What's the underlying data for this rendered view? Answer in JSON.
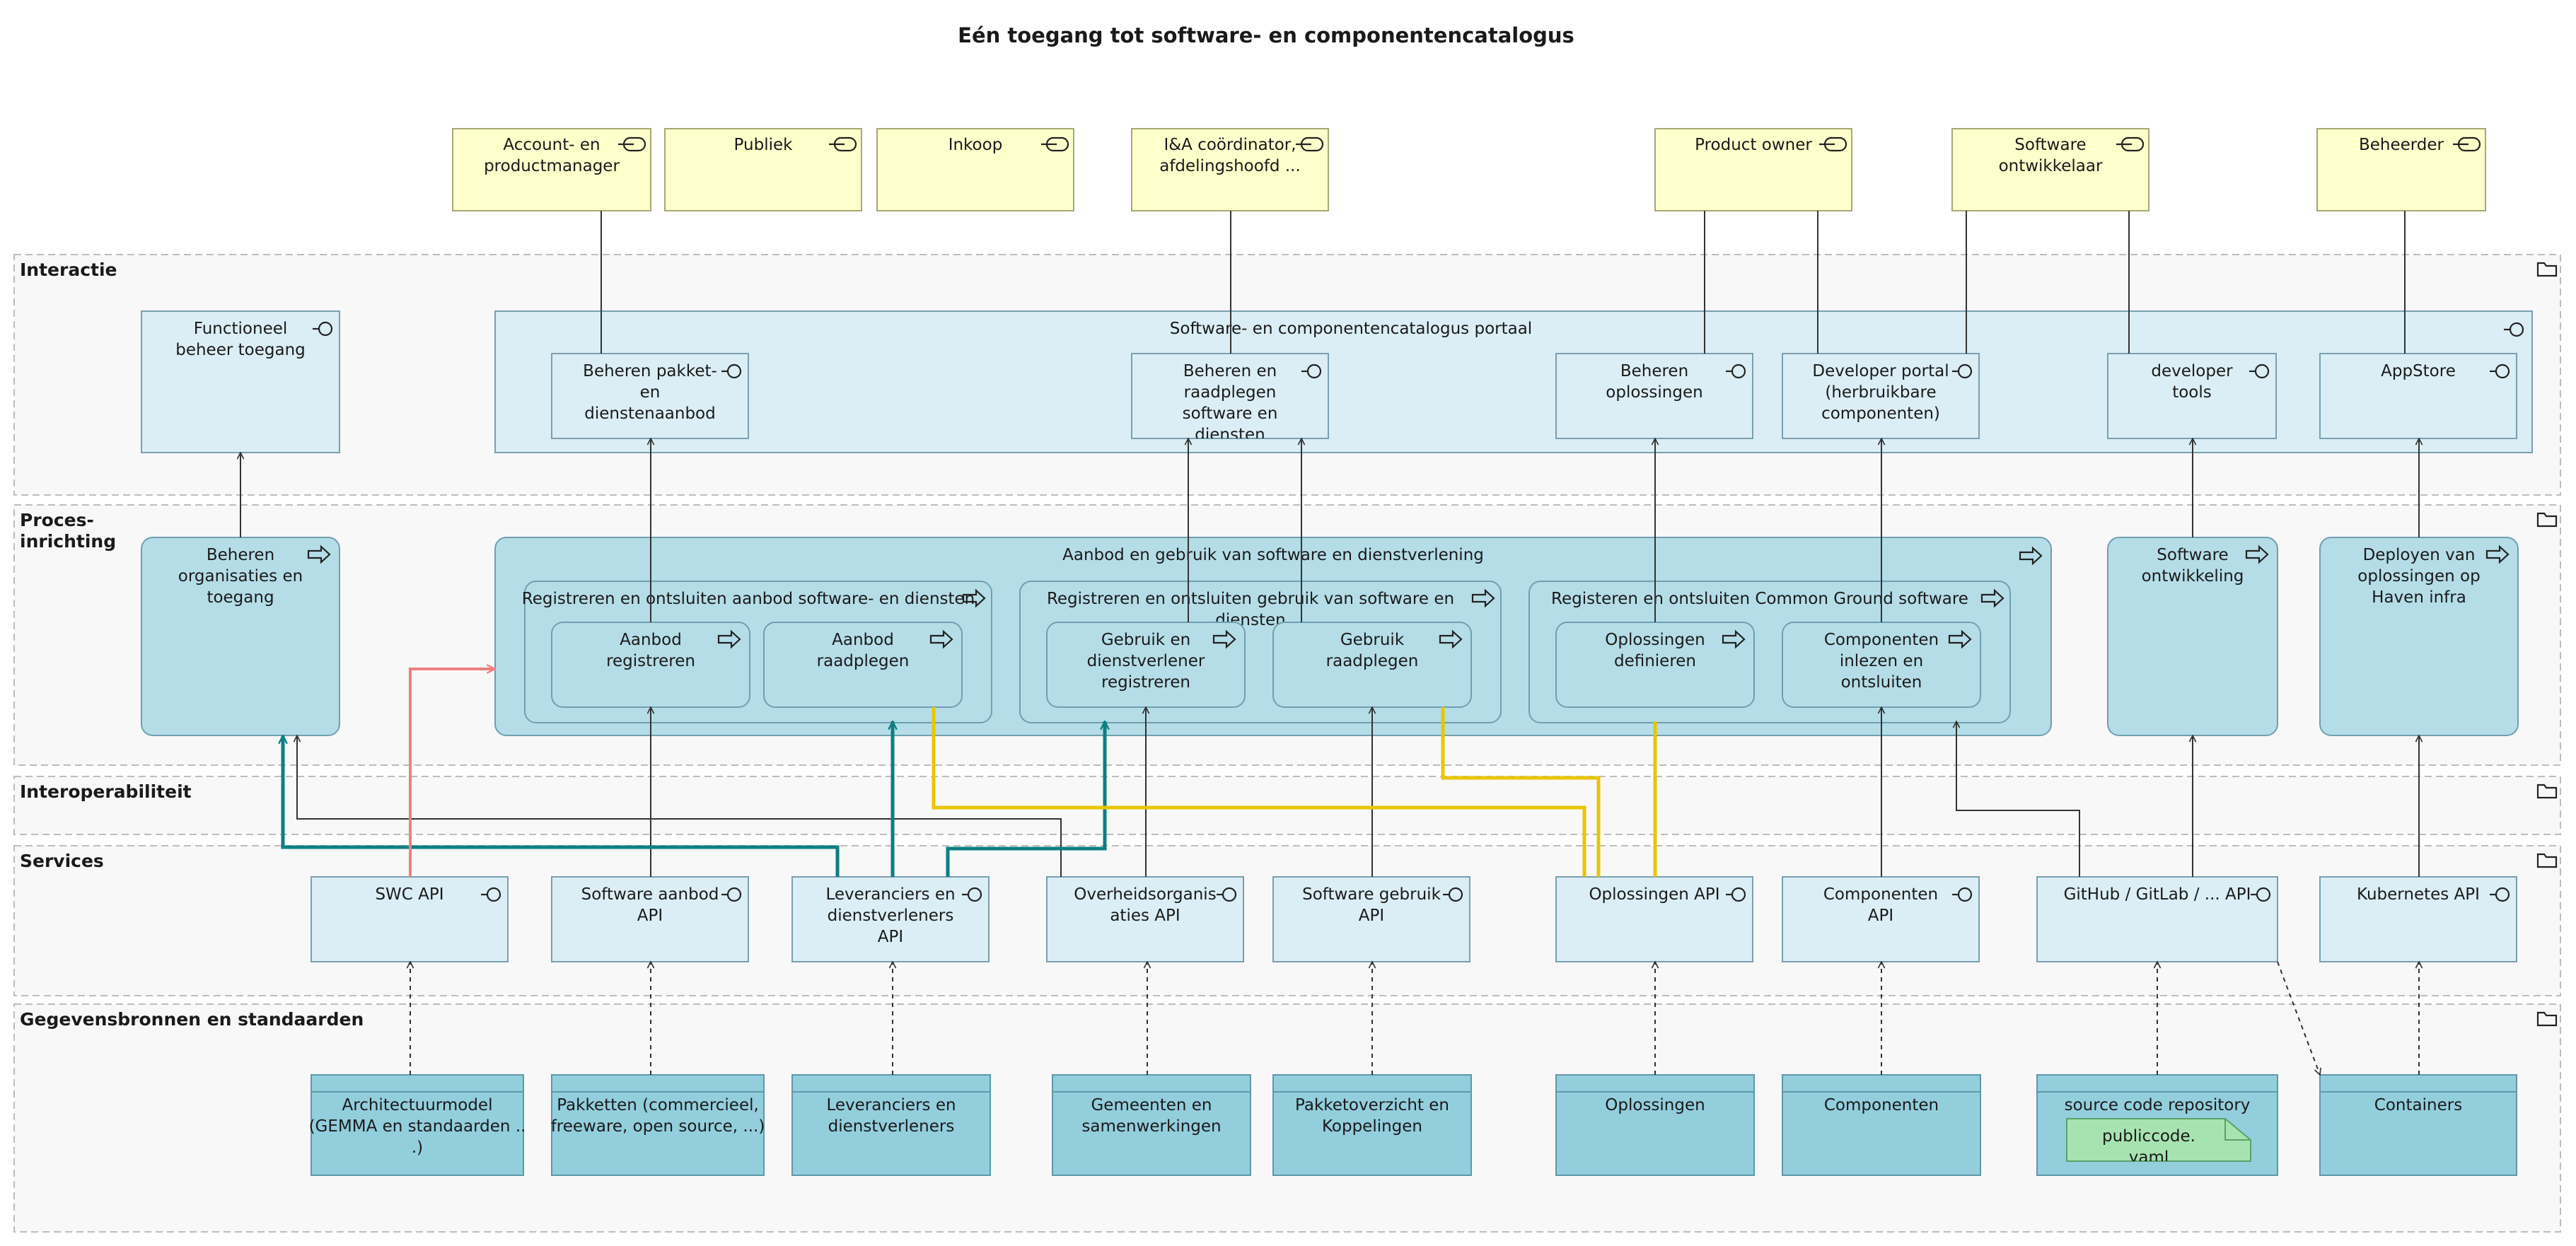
{
  "title": "Eén toegang tot software- en componentencatalogus",
  "layers": [
    {
      "id": "interactie",
      "label": "Interactie"
    },
    {
      "id": "proces",
      "label": "Proces-\ninrichting"
    },
    {
      "id": "interop",
      "label": "Interoperabiliteit"
    },
    {
      "id": "services",
      "label": "Services"
    },
    {
      "id": "gegevens",
      "label": "Gegevensbronnen en standaarden"
    }
  ],
  "actors": [
    {
      "id": "a_account",
      "label": "Account- en\nproductmanager"
    },
    {
      "id": "a_publiek",
      "label": "Publiek"
    },
    {
      "id": "a_inkoop",
      "label": "Inkoop"
    },
    {
      "id": "a_ia",
      "label": "I&A coördinator,\nafdelingshoofd ..."
    },
    {
      "id": "a_po",
      "label": "Product owner"
    },
    {
      "id": "a_sw",
      "label": "Software\nontwikkelaar"
    },
    {
      "id": "a_beheer",
      "label": "Beheerder"
    }
  ],
  "interaction": {
    "portal_label": "Software- en componentencatalogus portaal",
    "functioneel": {
      "id": "i_func",
      "label": "Functioneel\nbeheer toegang"
    },
    "items": [
      {
        "id": "i_pakket",
        "label": "Beheren pakket-\nen\ndienstenaanbod"
      },
      {
        "id": "i_raad",
        "label": "Beheren en\nraadplegen\nsoftware en\ndiensten"
      },
      {
        "id": "i_opl",
        "label": "Beheren\noplossingen"
      },
      {
        "id": "i_dev",
        "label": "Developer portal\n(herbruikbare\ncomponenten)"
      },
      {
        "id": "i_tools",
        "label": "developer\ntools"
      },
      {
        "id": "i_app",
        "label": "AppStore"
      }
    ]
  },
  "process": {
    "beheren_org": {
      "id": "p_org",
      "label": "Beheren\norganisaties en\ntoegang"
    },
    "main_label": "Aanbod en gebruik van software en dienstverlening",
    "groups": [
      {
        "id": "g1",
        "label": "Registreren en ontsluiten aanbod software- en diensten"
      },
      {
        "id": "g2",
        "label": "Registreren en ontsluiten gebruik van software en\ndiensten"
      },
      {
        "id": "g3",
        "label": "Registeren en ontsluiten Common Ground software"
      }
    ],
    "items": [
      {
        "id": "p_aanreg",
        "label": "Aanbod\nregistreren"
      },
      {
        "id": "p_aanraad",
        "label": "Aanbod\nraadplegen"
      },
      {
        "id": "p_gebreg",
        "label": "Gebruik en\ndienstverlener\nregistreren"
      },
      {
        "id": "p_gebraad",
        "label": "Gebruik\nraadplegen"
      },
      {
        "id": "p_opldef",
        "label": "Oplossingen\ndefinieren"
      },
      {
        "id": "p_comp",
        "label": "Componenten\ninlezen en\nontsluiten"
      }
    ],
    "sw_ontw": {
      "id": "p_swo",
      "label": "Software\nontwikkeling"
    },
    "deploy": {
      "id": "p_dep",
      "label": "Deployen van\noplossingen op\nHaven infra"
    }
  },
  "services": [
    {
      "id": "s_swc",
      "label": "SWC API"
    },
    {
      "id": "s_aanbod",
      "label": "Software aanbod\nAPI"
    },
    {
      "id": "s_lev",
      "label": "Leveranciers en\ndienstverleners\nAPI"
    },
    {
      "id": "s_ovh",
      "label": "Overheidsorganis\naties API"
    },
    {
      "id": "s_gebr",
      "label": "Software gebruik\nAPI"
    },
    {
      "id": "s_opl",
      "label": "Oplossingen API"
    },
    {
      "id": "s_comp",
      "label": "Componenten\nAPI"
    },
    {
      "id": "s_git",
      "label": "GitHub / GitLab / ...  API"
    },
    {
      "id": "s_kub",
      "label": "Kubernetes API"
    }
  ],
  "data_sources": [
    {
      "id": "d_arch",
      "label": "Architectuurmodel\n(GEMMA en standaarden ..\n.)"
    },
    {
      "id": "d_pak",
      "label": "Pakketten (commercieel,\nfreeware, open source, ...)"
    },
    {
      "id": "d_lev",
      "label": "Leveranciers en\ndienstverleners"
    },
    {
      "id": "d_gem",
      "label": "Gemeenten en\nsamenwerkingen"
    },
    {
      "id": "d_pko",
      "label": "Pakketoverzicht en\nKoppelingen"
    },
    {
      "id": "d_opl",
      "label": "Oplossingen"
    },
    {
      "id": "d_comp",
      "label": "Componenten"
    },
    {
      "id": "d_src",
      "label": "source code repository"
    },
    {
      "id": "d_cont",
      "label": "Containers"
    }
  ],
  "note": {
    "id": "n_pub",
    "label": "publiccode.\nyaml"
  },
  "colors": {
    "actor": "#ffffcc",
    "interface": "#dbeef5",
    "process": "#b5dde8",
    "data": "#93cedd",
    "note": "#a7e3b0",
    "teal_flow": "#0c7f82",
    "yellow_flow": "#e8c600",
    "red_flow": "#f08080"
  }
}
